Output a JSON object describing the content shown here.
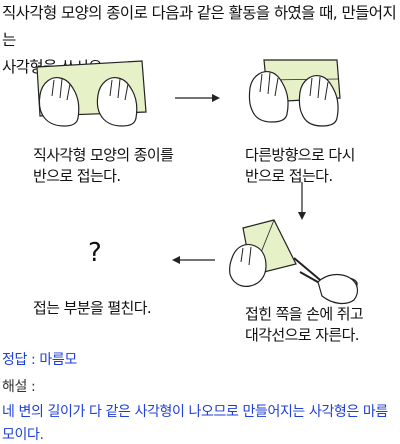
{
  "question": {
    "line1": "직사각형 모양의 종이로 다음과 같은 활동을 하였을 때, 만들어지는",
    "line2": "사각형을 쓰시오."
  },
  "steps": {
    "step1": {
      "line1": "직사각형 모양의 종이를",
      "line2": "반으로 접는다."
    },
    "step2": {
      "line1": "다른방향으로 다시",
      "line2": "반으로 접는다."
    },
    "step3": {
      "line1": "접힌 쪽을 손에 쥐고",
      "line2": "대각선으로 자른다."
    },
    "step4": {
      "line1": "접는 부분을 펼친다.",
      "symbol": "?"
    }
  },
  "answer": {
    "label": "정답 : 마름모",
    "explain_label": "해설 :",
    "explain_line1": "네 변의 길이가 다 같은 사각형이 나오므로 만들어지는 사각형은 마름",
    "explain_line2": "모이다."
  },
  "colors": {
    "paper": "#e6f1c8",
    "paper_stroke": "#222222",
    "answer_blue": "#1f3fd8"
  }
}
